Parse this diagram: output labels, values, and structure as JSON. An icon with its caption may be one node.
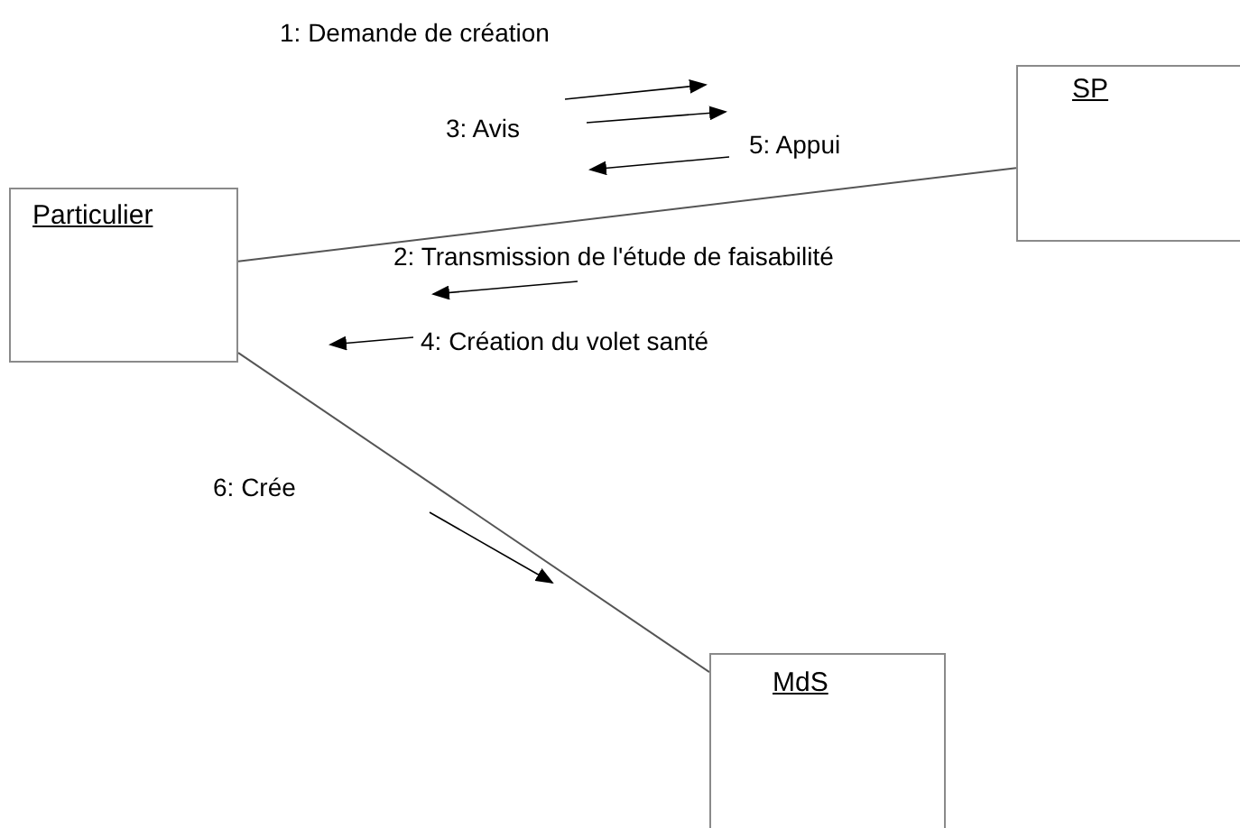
{
  "diagram": {
    "nodes": [
      {
        "text": [
          "Particulier"
        ]
      },
      {
        "text": [
          "SP"
        ]
      },
      {
        "text": [
          "MdS"
        ]
      }
    ],
    "edges": [
      {
        "from": 0,
        "to": 1,
        "arrow": "none"
      },
      {
        "from": 0,
        "to": 2,
        "arrow": "none"
      }
    ],
    "labels": [
      "1: Demande de création",
      "3: Avis",
      "5: Appui",
      "2: Transmission de l'étude de faisabilité",
      "4: Création du volet santé",
      "6: Crée"
    ]
  }
}
